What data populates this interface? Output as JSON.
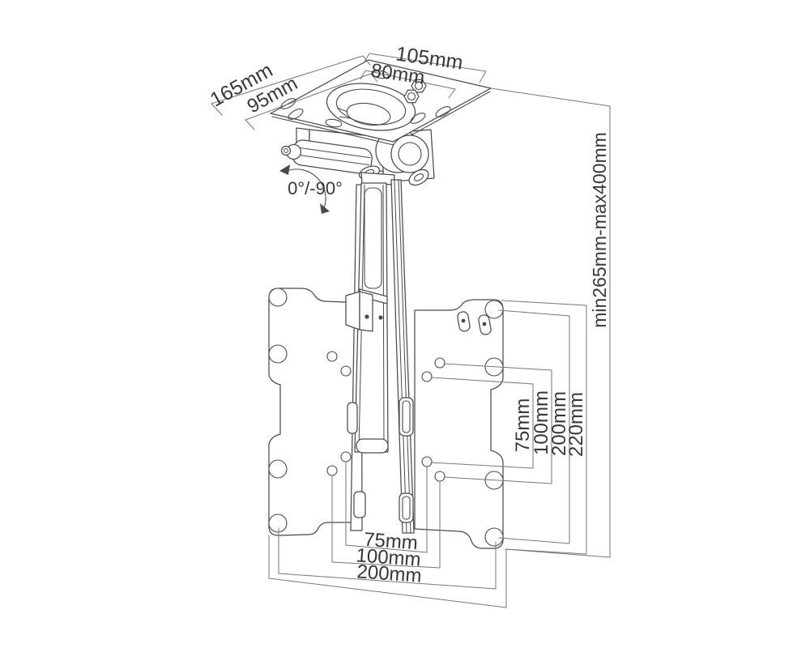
{
  "diagram": {
    "kind": "technical line drawing of a fold-down ceiling TV mount with dimension callouts"
  },
  "dimensions": {
    "ceiling_plate": {
      "edge_left_outer": "165mm",
      "edge_left_inner": "95mm",
      "edge_top_outer": "105mm",
      "edge_top_inner": "80mm"
    },
    "tilt_angle": "0°/-90°",
    "height_range": "min265mm-max400mm",
    "vesa_vertical": [
      "75mm",
      "100mm",
      "200mm",
      "220mm"
    ],
    "vesa_horizontal": [
      "75mm",
      "100mm",
      "200mm"
    ]
  },
  "colors": {
    "background": "#ffffff",
    "line": "#4a4a4a",
    "dimension": "#767676",
    "text": "#383838"
  }
}
